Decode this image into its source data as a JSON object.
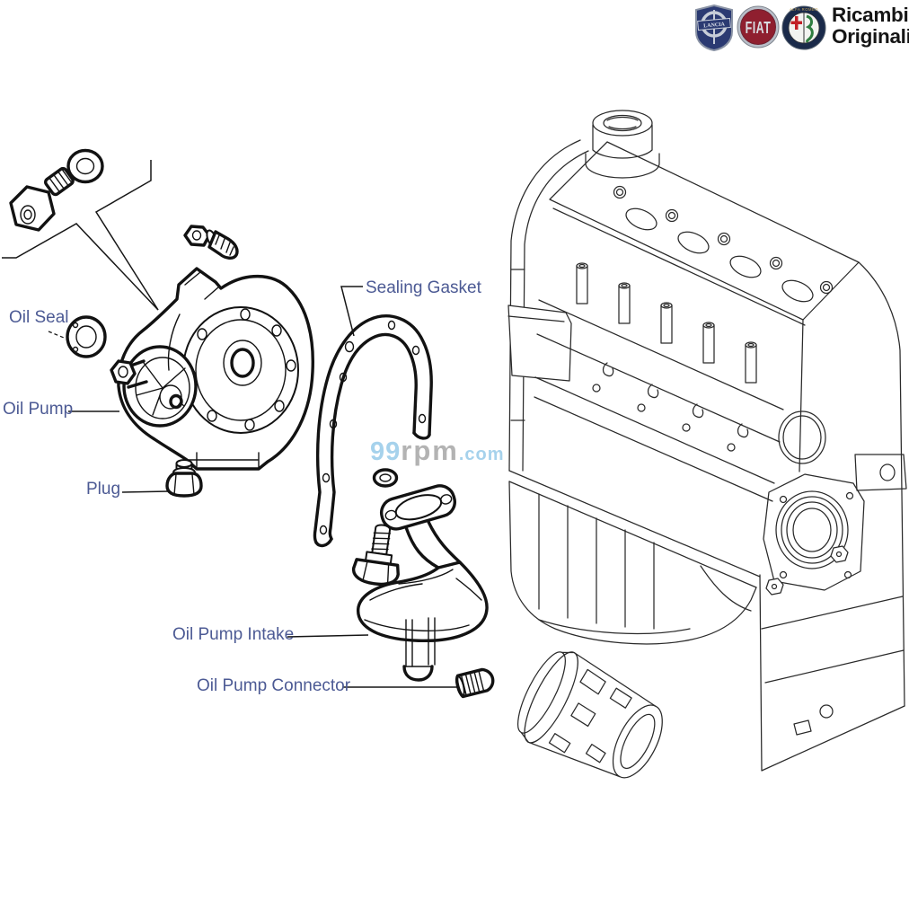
{
  "brand": {
    "name_line1": "Ricambi",
    "name_line2": "Originali",
    "lancia_text": "LANCIA",
    "fiat_text": "FIAT",
    "alfa_text": "ALFA ROMEO"
  },
  "labels": {
    "oil_seal": "Oil Seal",
    "oil_pump": "Oil Pump",
    "plug": "Plug",
    "sealing_gasket": "Sealing Gasket",
    "oil_pump_intake": "Oil Pump Intake",
    "oil_pump_connector": "Oil Pump Connector"
  },
  "watermark": {
    "part1": "99",
    "part2": "rpm",
    "part3": ".com"
  },
  "colors": {
    "label_color": "#4c5a94",
    "wm_blue": "#a6d2ec",
    "wm_gray": "#b3b3b3",
    "line": "#121212",
    "engine_line": "#2a2a2a",
    "fiat_red": "#8f1f2f",
    "lancia_blue": "#2b3a72",
    "alfa_navy": "#1a2a4a",
    "alfa_green": "#2e7d3f",
    "cross_red": "#c22026",
    "gold": "#c9a95c",
    "chrome": "#b9bfc9",
    "brand_text": "#151515"
  }
}
